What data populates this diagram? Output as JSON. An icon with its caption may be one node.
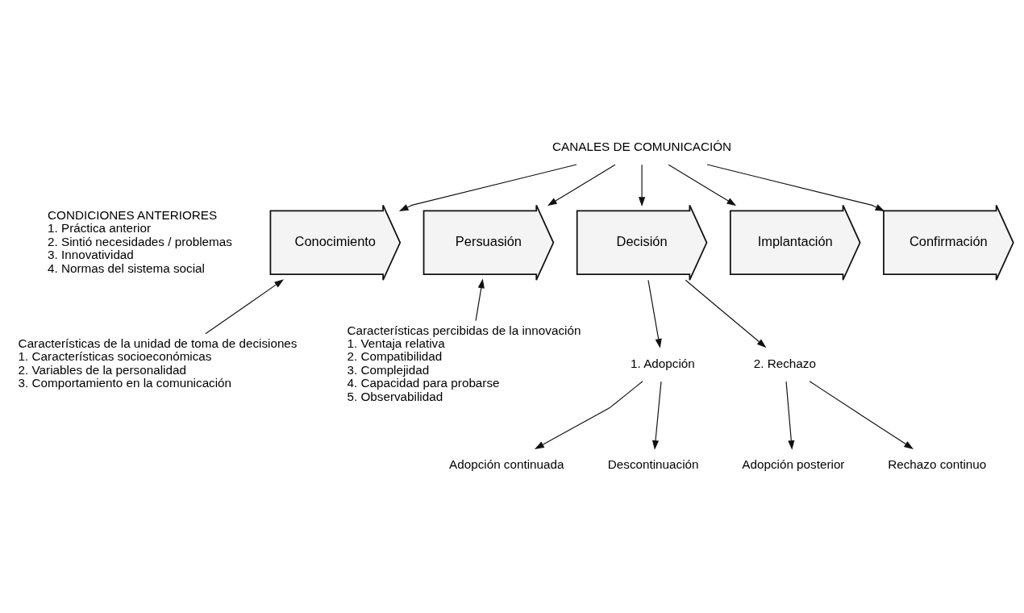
{
  "diagram": {
    "nodes": [
      {
        "text": [
          "CANALES DE COMUNICACIÓN"
        ]
      },
      {
        "text": [
          "Conocimiento"
        ]
      },
      {
        "text": [
          "Persuasión"
        ]
      },
      {
        "text": [
          "Decisión"
        ]
      },
      {
        "text": [
          "Implantación"
        ]
      },
      {
        "text": [
          "Confirmación"
        ]
      },
      {
        "text": [
          "Características de la unidad de toma de decisiones",
          "1. Características socioeconómicas",
          "2. Variables de la personalidad",
          "3. Comportamiento en la comunicación"
        ]
      },
      {
        "text": [
          "Características percibidas de la innovación",
          "1. Ventaja relativa",
          "2. Compatibilidad",
          "3. Complejidad",
          "4. Capacidad para probarse",
          "5. Observabilidad"
        ]
      },
      {
        "text": [
          "1. Adopción"
        ]
      },
      {
        "text": [
          "2. Rechazo"
        ]
      },
      {
        "text": [
          "Adopción continuada"
        ]
      },
      {
        "text": [
          "Adopción posterior"
        ]
      },
      {
        "text": [
          "Descontinuación"
        ]
      },
      {
        "text": [
          "Rechazo continuo"
        ]
      }
    ],
    "edges": [
      {
        "from": 0,
        "to": 1,
        "arrow": "to"
      },
      {
        "from": 0,
        "to": 2,
        "arrow": "to"
      },
      {
        "from": 0,
        "to": 3,
        "arrow": "to"
      },
      {
        "from": 0,
        "to": 4,
        "arrow": "to"
      },
      {
        "from": 0,
        "to": 5,
        "arrow": "to"
      },
      {
        "from": 6,
        "to": 1,
        "arrow": "to"
      },
      {
        "from": 7,
        "to": 2,
        "arrow": "to"
      },
      {
        "from": 3,
        "to": 8,
        "arrow": "to"
      },
      {
        "from": 3,
        "to": 9,
        "arrow": "to"
      },
      {
        "from": 8,
        "to": 10,
        "arrow": "to"
      },
      {
        "from": 8,
        "to": 12,
        "arrow": "to"
      },
      {
        "from": 9,
        "to": 11,
        "arrow": "to"
      },
      {
        "from": 9,
        "to": 13,
        "arrow": "to"
      }
    ],
    "labels": [
      "CONDICIONES ANTERIORES",
      "1. Práctica anterior",
      "2. Sintió necesidades / problemas",
      "3. Innovatividad",
      "4. Normas del sistema social"
    ]
  }
}
